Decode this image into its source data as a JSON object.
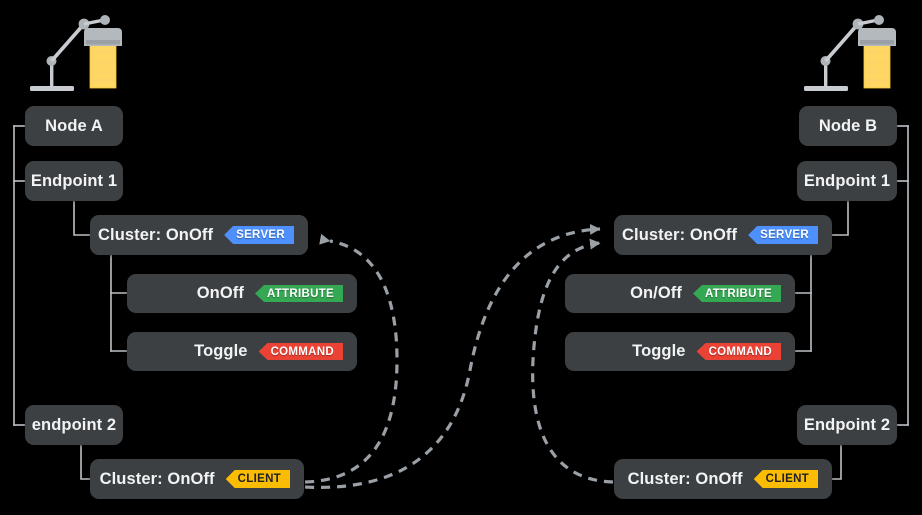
{
  "diagram": {
    "title": "Matter Node / Endpoint / Cluster binding diagram",
    "background": "#000000",
    "box_fill": "#3c4043",
    "wire_color": "#bdc1c6",
    "link_color": "#9aa0a6"
  },
  "badge_colors": {
    "server": "#4d90fe",
    "client": "#fbbc04",
    "attribute": "#34a853",
    "command": "#ea4335"
  },
  "left": {
    "device_icon": "desk-lamp-icon",
    "node": {
      "label": "Node A"
    },
    "endpoint1": {
      "label": "Endpoint 1"
    },
    "endpoint1_cluster": {
      "label": "Cluster: OnOff",
      "badge": "SERVER"
    },
    "attribute": {
      "label": "OnOff",
      "badge": "ATTRIBUTE"
    },
    "command": {
      "label": "Toggle",
      "badge": "COMMAND"
    },
    "endpoint2": {
      "label": "endpoint 2"
    },
    "endpoint2_cluster": {
      "label": "Cluster: OnOff",
      "badge": "CLIENT"
    }
  },
  "right": {
    "device_icon": "desk-lamp-icon",
    "node": {
      "label": "Node B"
    },
    "endpoint1": {
      "label": "Endpoint 1"
    },
    "endpoint1_cluster": {
      "label": "Cluster: OnOff",
      "badge": "SERVER"
    },
    "attribute": {
      "label": "On/Off",
      "badge": "ATTRIBUTE"
    },
    "command": {
      "label": "Toggle",
      "badge": "COMMAND"
    },
    "endpoint2": {
      "label": "Endpoint 2"
    },
    "endpoint2_cluster": {
      "label": "Cluster: OnOff",
      "badge": "CLIENT"
    }
  },
  "bindings": [
    {
      "name": "left-client-to-left-server",
      "from": "left.endpoint2_cluster",
      "to": "left.endpoint1_cluster",
      "style": "dashed",
      "arrow": "left"
    },
    {
      "name": "left-client-to-right-server",
      "from": "left.endpoint2_cluster",
      "to": "right.endpoint1_cluster",
      "style": "dashed",
      "arrow": "right"
    },
    {
      "name": "right-client-to-right-server",
      "from": "right.endpoint2_cluster",
      "to": "right.endpoint1_cluster",
      "style": "dashed",
      "arrow": "right"
    }
  ]
}
